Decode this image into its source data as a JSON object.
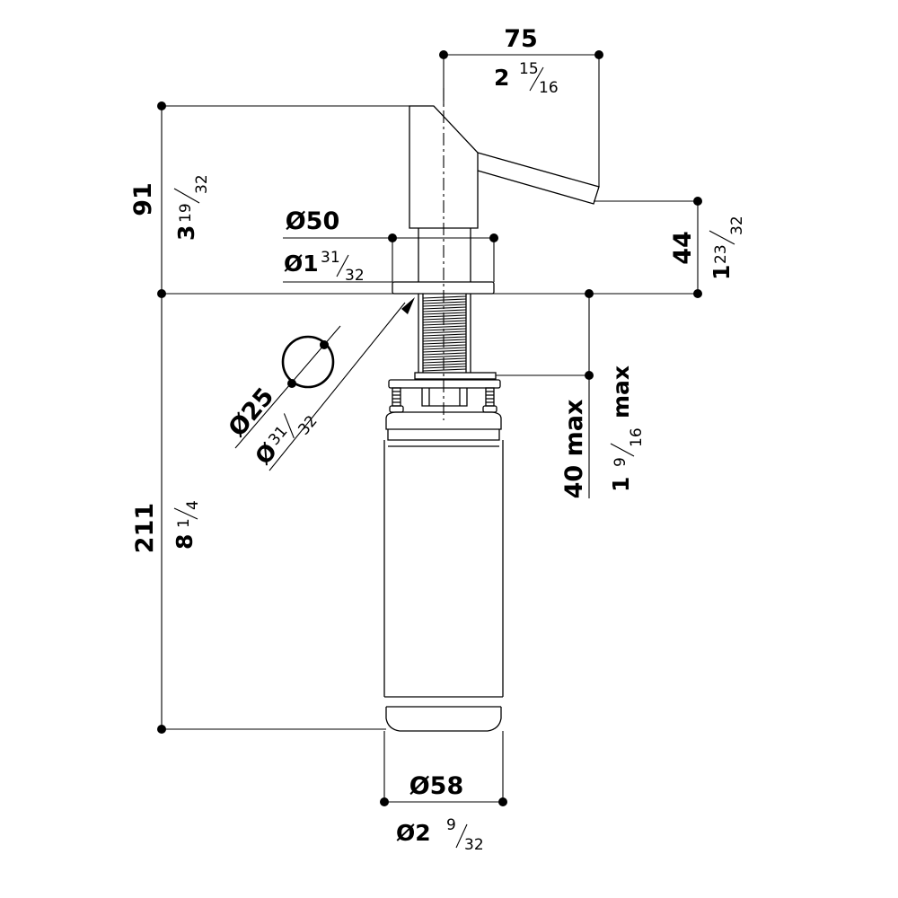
{
  "dimensions": {
    "spout_reach": {
      "mm": "75",
      "in_whole": "2",
      "in_num": "15",
      "in_den": "16"
    },
    "head_height": {
      "mm": "91",
      "in_whole": "3",
      "in_num": "19",
      "in_den": "32"
    },
    "flange_diameter": {
      "mm": "Ø50",
      "in_whole": "Ø1",
      "in_num": "31",
      "in_den": "32"
    },
    "spout_clearance": {
      "mm": "44",
      "in_whole": "1",
      "in_num": "23",
      "in_den": "32"
    },
    "hole_diameter": {
      "mm": "Ø25",
      "in_whole": "Ø",
      "in_num": "31",
      "in_den": "32"
    },
    "counter_thickness": {
      "mm": "40 max",
      "in_whole": "1",
      "in_num": "9",
      "in_den": "16",
      "in_suffix": "max"
    },
    "bottle_length": {
      "mm": "211",
      "in_whole": "8",
      "in_num": "1",
      "in_den": "4"
    },
    "bottle_diameter": {
      "mm": "Ø58",
      "in_whole": "Ø2",
      "in_num": "9",
      "in_den": "32"
    }
  }
}
